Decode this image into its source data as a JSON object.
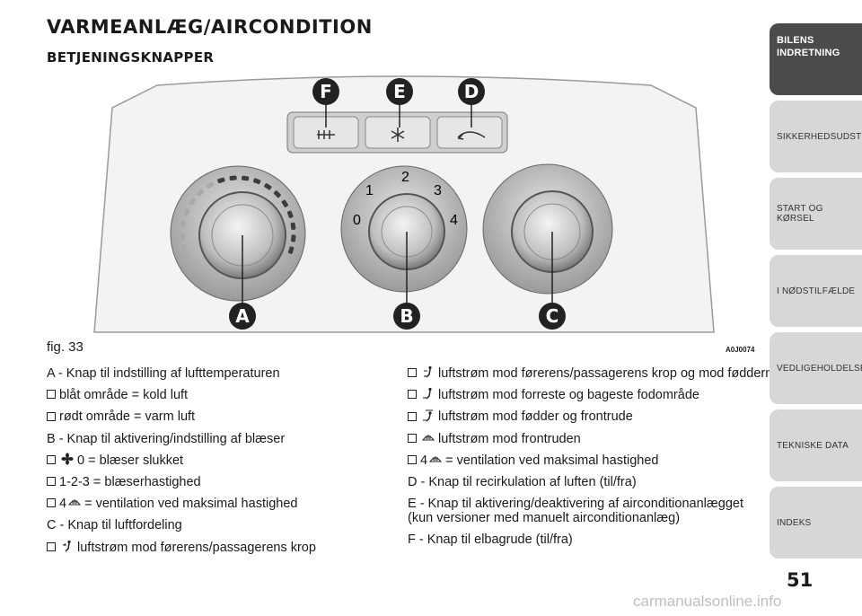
{
  "header": {
    "title": "VARMEANLÆG/AIRCONDITION",
    "subtitle": "BETJENINGSKNAPPER"
  },
  "figure": {
    "label": "fig. 33",
    "code": "A0J0074",
    "callouts": [
      "A",
      "B",
      "C",
      "D",
      "E",
      "F"
    ],
    "fan_numbers": [
      "0",
      "1",
      "2",
      "3",
      "4"
    ]
  },
  "left_column": [
    {
      "box": false,
      "icon": "",
      "text": "A - Knap til indstilling af lufttemperaturen"
    },
    {
      "box": true,
      "icon": "",
      "text": "blåt område = kold luft"
    },
    {
      "box": true,
      "icon": "",
      "text": "rødt område = varm luft"
    },
    {
      "box": false,
      "icon": "",
      "text": "B - Knap til aktivering/indstilling af blæser"
    },
    {
      "box": true,
      "icon": "fan-icon",
      "text": "0 = blæser slukket"
    },
    {
      "box": true,
      "icon": "",
      "text": "1-2-3 = blæserhastighed"
    },
    {
      "box": true,
      "icon": "defrost-icon",
      "prefix": "4",
      "text": "= ventilation ved maksimal hastighed"
    },
    {
      "box": false,
      "icon": "",
      "text": "C - Knap til luftfordeling"
    },
    {
      "box": true,
      "icon": "airflow-body-icon",
      "text": "luftstrøm mod førerens/passagerens krop"
    }
  ],
  "right_column": [
    {
      "box": true,
      "icon": "airflow-body-feet-icon",
      "text": "luftstrøm mod førerens/passagerens krop og mod fødderne"
    },
    {
      "box": true,
      "icon": "airflow-feet-icon",
      "text": "luftstrøm mod forreste og bageste fodområde"
    },
    {
      "box": true,
      "icon": "airflow-feet-windscreen-icon",
      "text": "luftstrøm mod fødder og frontrude"
    },
    {
      "box": true,
      "icon": "defrost-icon",
      "text": "luftstrøm mod frontruden"
    },
    {
      "box": true,
      "icon": "defrost-icon",
      "prefix": "4",
      "text": "= ventilation ved maksimal hastighed"
    },
    {
      "box": false,
      "icon": "",
      "text": "D - Knap til recirkulation af luften (til/fra)"
    },
    {
      "box": false,
      "icon": "",
      "wrap": true,
      "text": "E - Knap til aktivering/deaktivering af airconditionanlægget (kun versioner med manuelt airconditionanlæg)"
    },
    {
      "box": false,
      "icon": "",
      "text": "F - Knap til elbagrude (til/fra)"
    }
  ],
  "sidebar": {
    "tabs": [
      {
        "label": "BILENS INDRETNING",
        "active": true
      },
      {
        "label": "SIKKERHEDSUDSTYR",
        "active": false
      },
      {
        "label": "START OG KØRSEL",
        "active": false
      },
      {
        "label": "I NØDSTILFÆLDE",
        "active": false
      },
      {
        "label": "VEDLIGEHOLDELSE",
        "active": false
      },
      {
        "label": "TEKNISKE DATA",
        "active": false
      },
      {
        "label": "INDEKS",
        "active": false
      }
    ]
  },
  "page_number": "51",
  "watermark": "carmanualsonline.info",
  "colors": {
    "tab_active": "#4b4b4b",
    "tab_inactive": "#d7d7d7",
    "text": "#1a1a1a"
  }
}
